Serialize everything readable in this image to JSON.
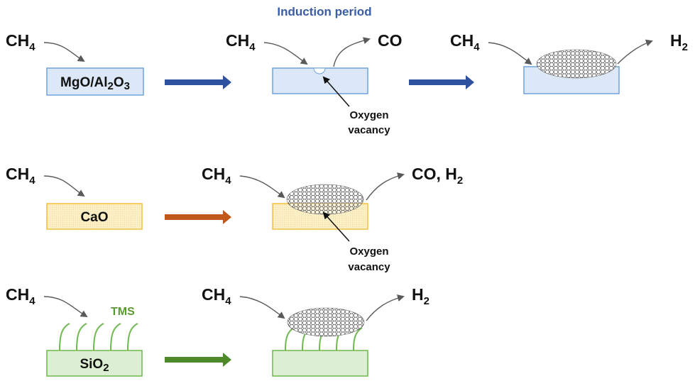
{
  "title": "Induction period",
  "formulas": {
    "ch4_main": "CH",
    "ch4_sub": "4",
    "co": "CO",
    "h2_main": "H",
    "h2_sub": "2",
    "co_h2_main": "CO, H",
    "co_h2_sub": "2"
  },
  "rows": [
    {
      "support_label": {
        "parts": [
          "MgO/Al",
          "2",
          "O",
          "3"
        ]
      },
      "arrow_color": "#2f52a0",
      "box_fill": "#dce8f7",
      "box_stroke": "#6fa3dc"
    },
    {
      "support_label": {
        "parts": [
          "CaO"
        ]
      },
      "arrow_color": "#c2571a",
      "box_fill": "#fdf0c7",
      "box_stroke": "#f2c037"
    },
    {
      "support_label": {
        "parts": [
          "SiO",
          "2"
        ]
      },
      "arrow_color": "#4e8a2a",
      "box_fill": "#dcefd2",
      "box_stroke": "#6fb84d"
    }
  ],
  "annotations": {
    "oxygen_vacancy_line1": "Oxygen",
    "oxygen_vacancy_line2": "vacancy",
    "tms": "TMS"
  },
  "icons": [
    "graphene-flake-icon",
    "reaction-arrow-icon",
    "curved-arrow-icon"
  ]
}
